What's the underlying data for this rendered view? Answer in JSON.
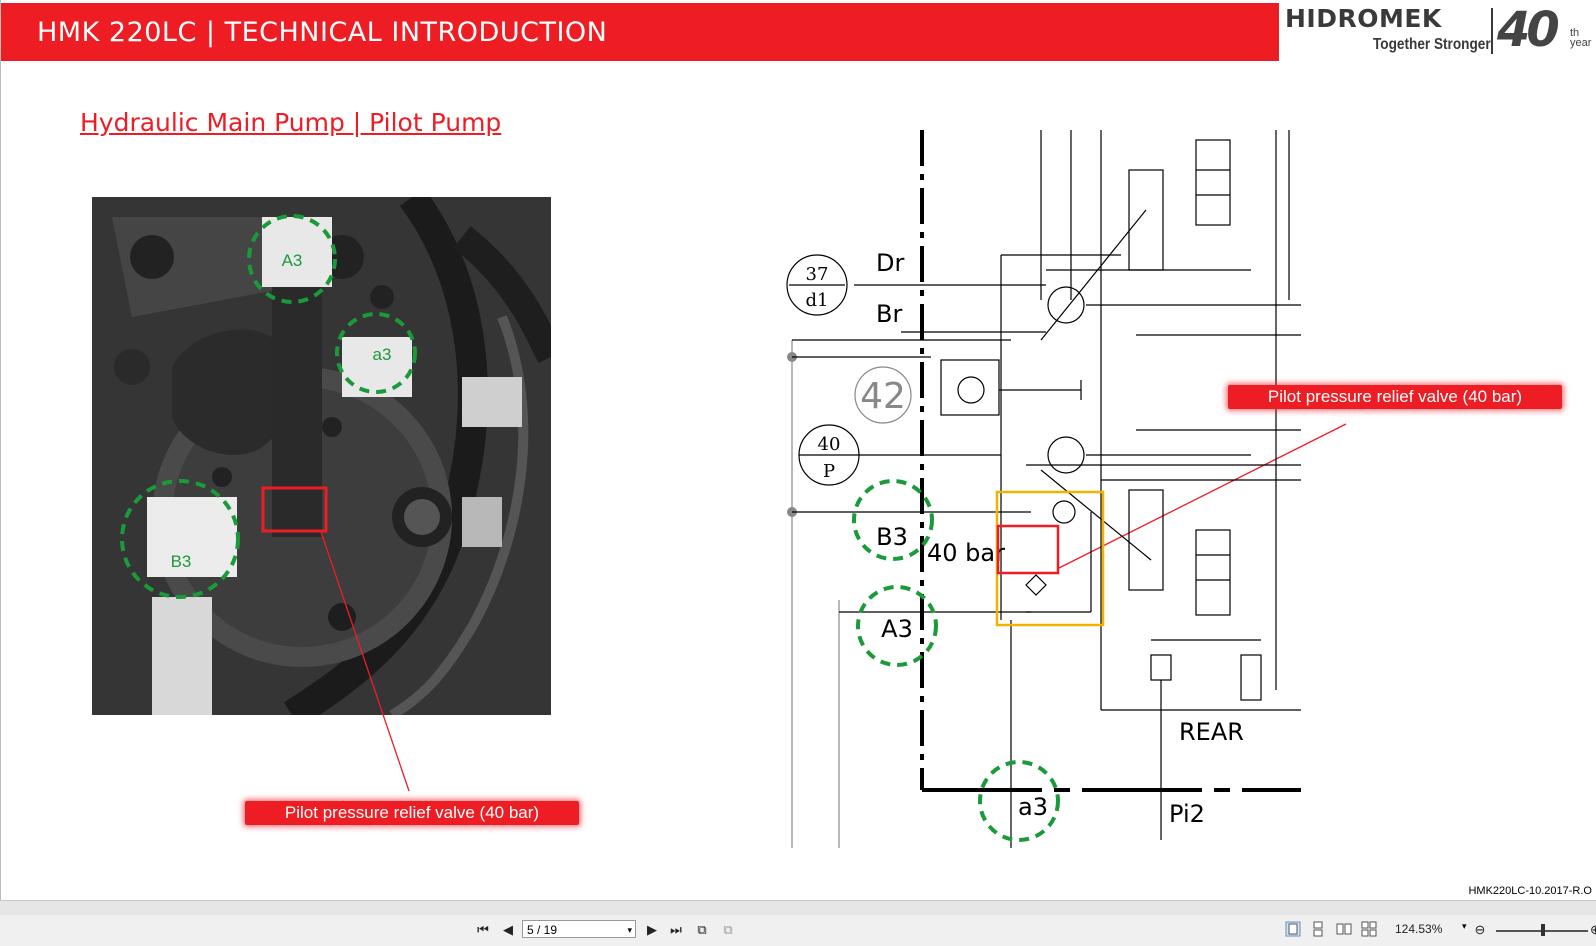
{
  "header": {
    "title": "HMK 220LC | TECHNICAL INTRODUCTION"
  },
  "logo": {
    "brand": "HIDROMEK",
    "tagline": "Together Stronger",
    "anniversary_number": "40",
    "anniversary_suffix_1": "th",
    "anniversary_suffix_2": "year"
  },
  "slide": {
    "subtitle": "Hydraulic Main Pump | Pilot Pump",
    "footer_code": "HMK220LC-10.2017-R.O"
  },
  "photo": {
    "markers": [
      "A3",
      "a3",
      "B3"
    ]
  },
  "annotations": {
    "label_photo": "Pilot pressure relief valve (40 bar)",
    "label_diagram": "Pilot pressure relief valve (40 bar)"
  },
  "diagram": {
    "port_37": "37",
    "port_d1": "d1",
    "dr": "Dr",
    "br": "Br",
    "num_42": "42",
    "port_40": "40",
    "port_p": "P",
    "b3": "B3",
    "a3_upper": "A3",
    "bar40": "40 bar",
    "rear": "REAR",
    "a3_lower": "a3",
    "pi2": "Pi2"
  },
  "toolbar": {
    "page_indicator": "5 / 19",
    "zoom": "124.53%"
  },
  "colors": {
    "brand_red": "#ee1d24",
    "marker_green": "#1a9a3a",
    "highlight_yellow": "#f0b400"
  }
}
